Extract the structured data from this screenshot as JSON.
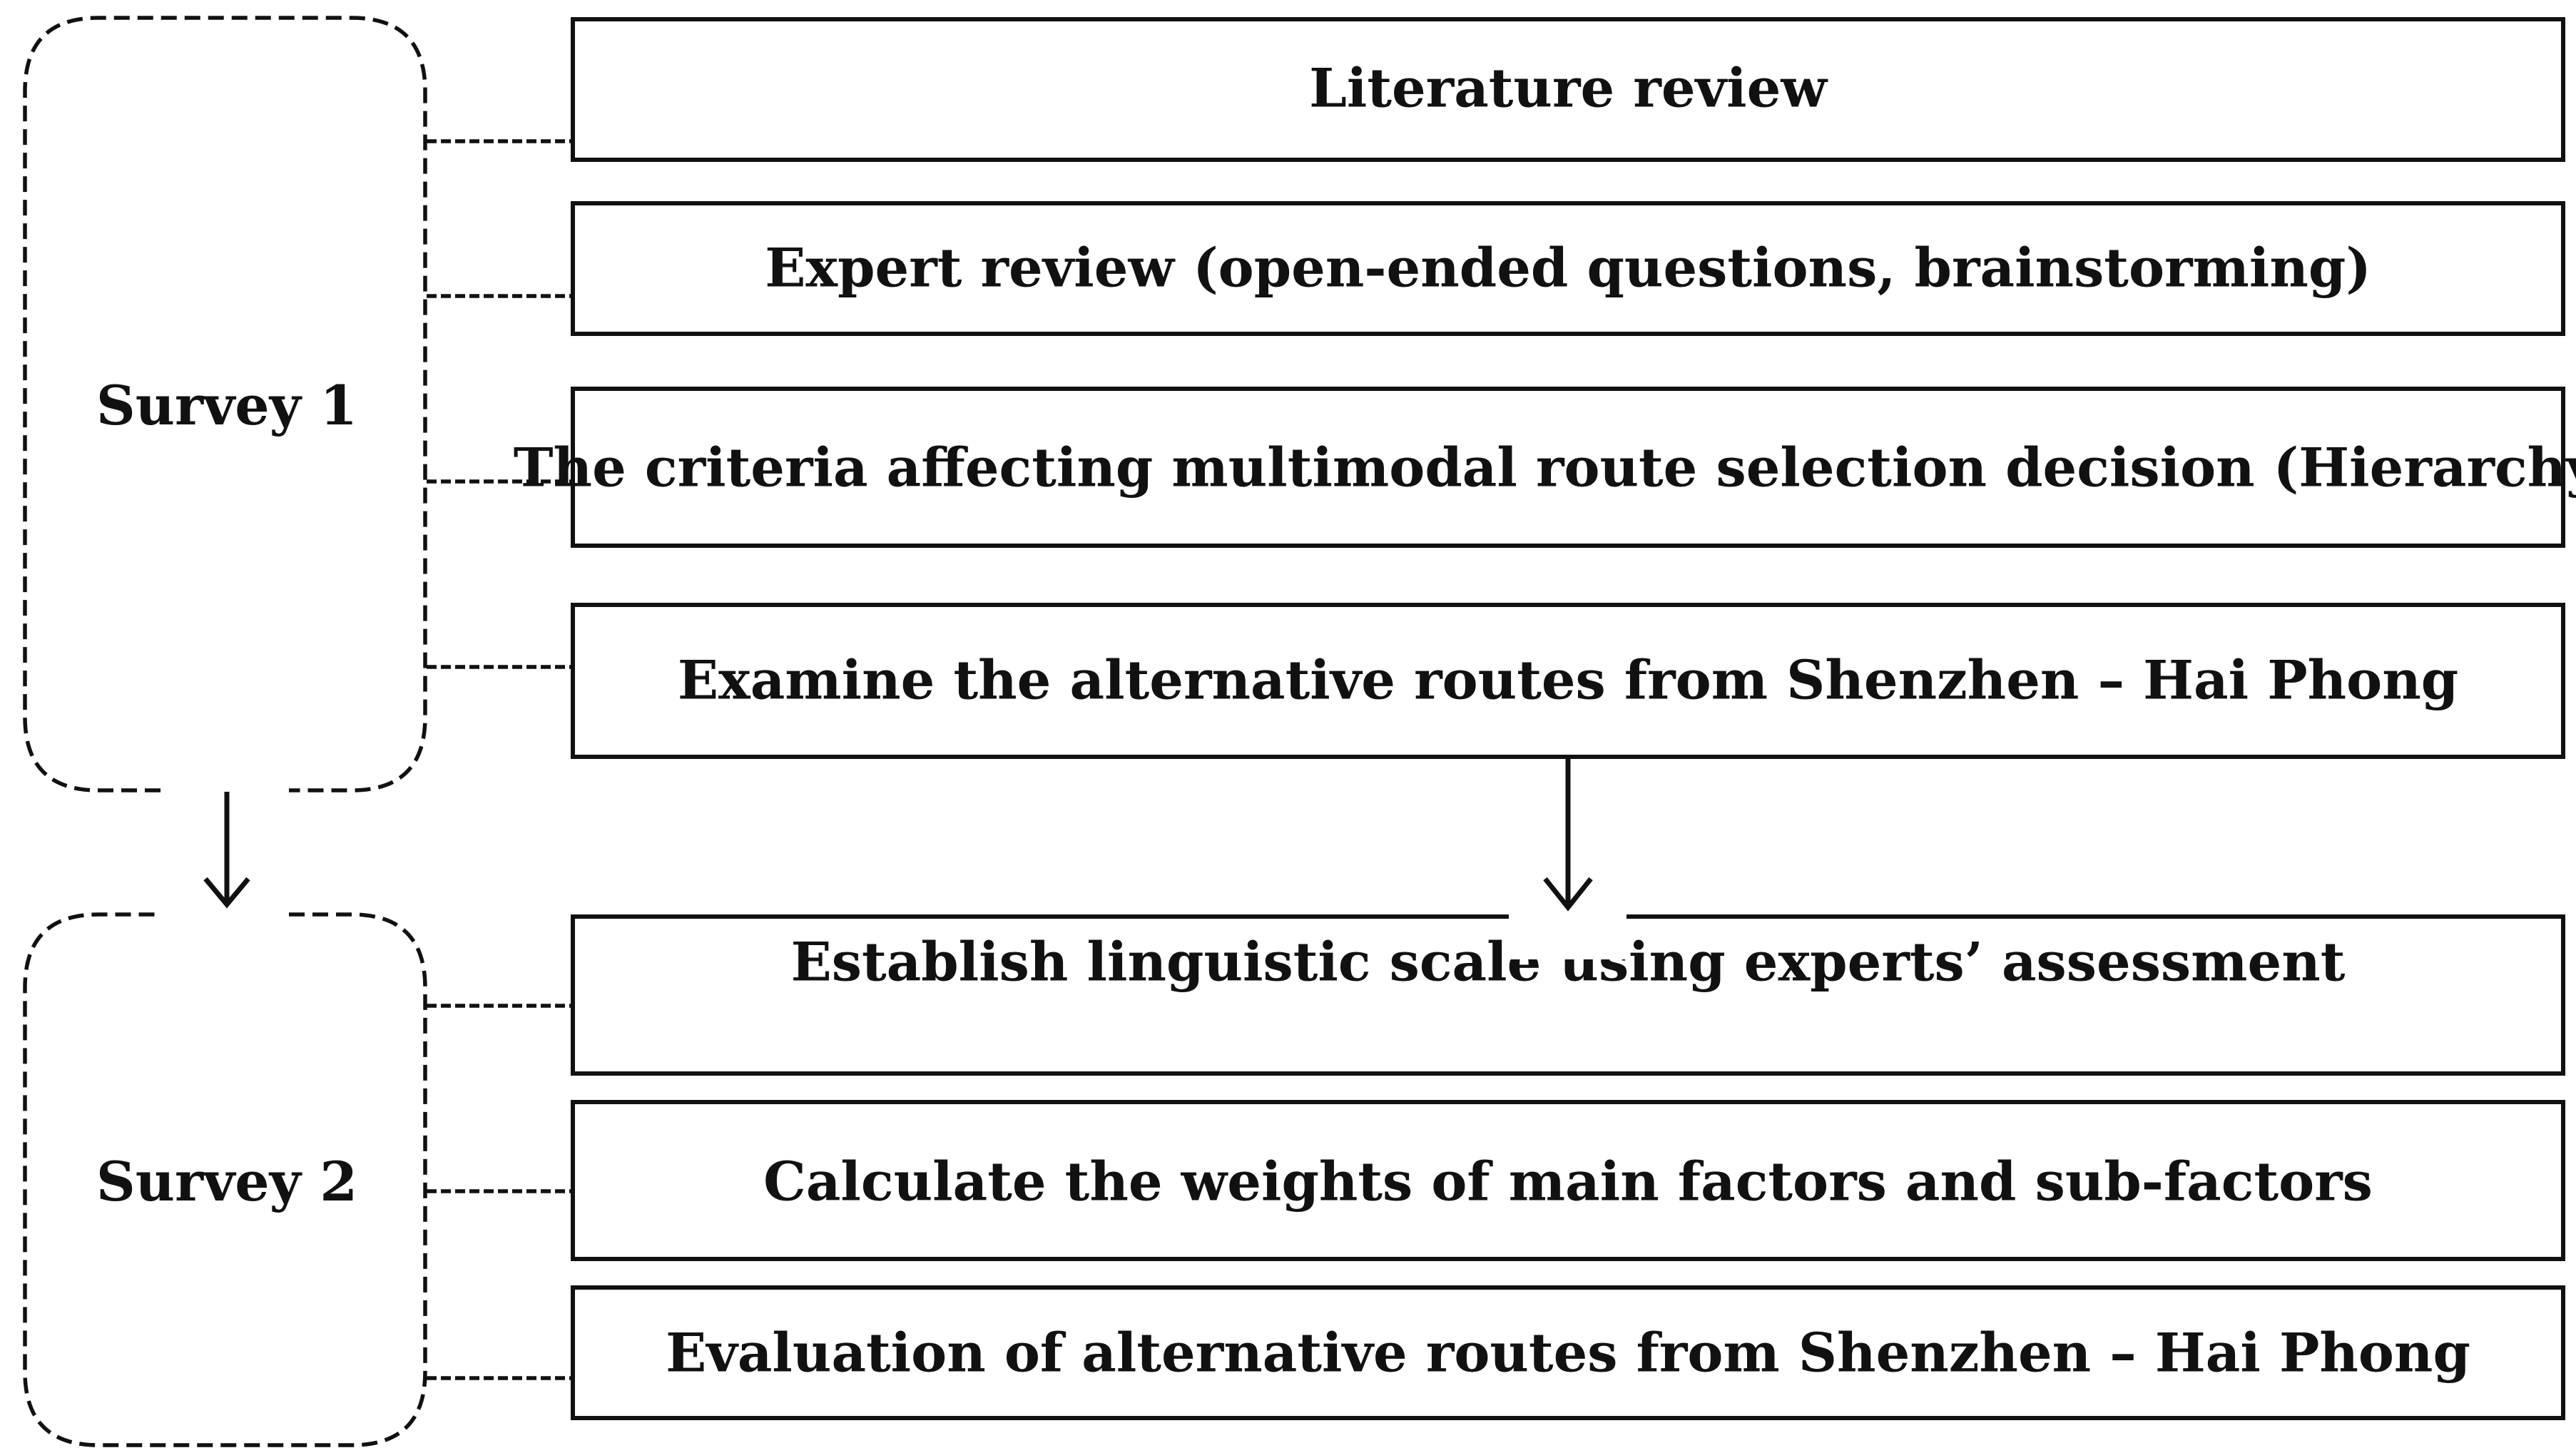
{
  "surveys": [
    {
      "label": "Survey 1"
    },
    {
      "label": "Survey 2"
    }
  ],
  "steps": [
    {
      "text": "Literature review"
    },
    {
      "text": "Expert review (open-ended questions, brainstorming)"
    },
    {
      "text": "The criteria affecting multimodal route selection decision (Hierarchy)"
    },
    {
      "text": "Examine the alternative routes from Shenzhen – Hai Phong"
    },
    {
      "text": "Establish linguistic scale using experts’ assessment"
    },
    {
      "text": "Calculate the weights of main factors and sub-factors"
    },
    {
      "text": "Evaluation of alternative routes from Shenzhen – Hai Phong"
    }
  ]
}
